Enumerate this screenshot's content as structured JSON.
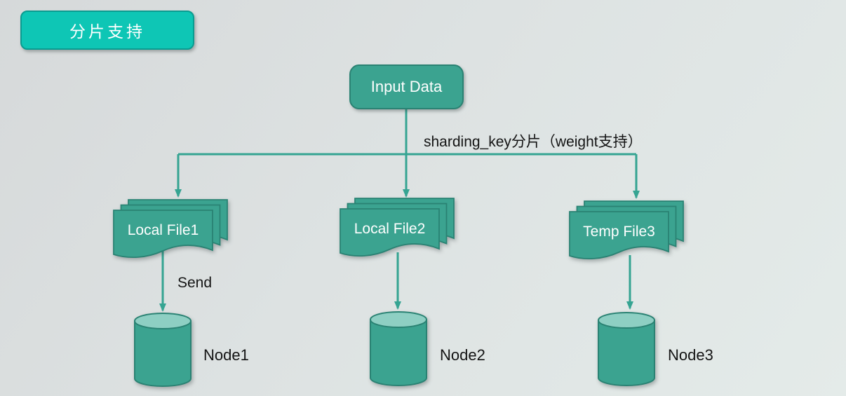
{
  "badge": {
    "label": "分片支持"
  },
  "diagram": {
    "root": {
      "label": "Input Data"
    },
    "branch_label": "sharding_key分片（weight支持）",
    "send_label": "Send",
    "files": [
      {
        "label": "Local File1"
      },
      {
        "label": "Local File2"
      },
      {
        "label": "Temp File3"
      }
    ],
    "nodes": [
      {
        "label": "Node1"
      },
      {
        "label": "Node2"
      },
      {
        "label": "Node3"
      }
    ]
  },
  "colors": {
    "badge_fill": "#0ec6b5",
    "badge_border": "#0a9c90",
    "shape_fill": "#3ba390",
    "shape_border": "#2a8273",
    "cylinder_top": "#8ecfc3",
    "line": "#35a492",
    "label_light": "#ffffff",
    "label_dark": "#141414",
    "bg_start": "#d6d9da",
    "bg_end": "#e4ebe9"
  }
}
